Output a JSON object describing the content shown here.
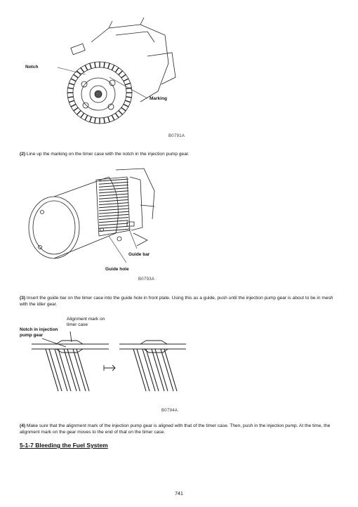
{
  "figure1": {
    "notch_label": "Notch",
    "marking_label": "Marking",
    "code": "B0791A"
  },
  "step2": {
    "number": "(2)",
    "text": "Line up the marking on the timer case with the notch in the injection pump gear."
  },
  "figure2": {
    "guide_bar_label": "Guide bar",
    "guide_hole_label": "Guide hole",
    "code": "B0793A"
  },
  "step3": {
    "number": "(3)",
    "text": "Insert the guide bar on the timer case into the guide hole in front plate. Using this as a guide, push until the injection pump gear is about to be in mesh with the idler gear."
  },
  "figure3": {
    "alignment_label_line1": "Alignment mark on",
    "alignment_label_line2": "timer case",
    "notch_label_line1": "Notch in injection",
    "notch_label_line2": "pump gear",
    "code": "B0794A"
  },
  "step4": {
    "number": "(4)",
    "text": "Make sure that the alignment mark of the injection pump gear is aligned with that of the timer case. Then, push in the injection pump. At the time, the alignment mark on the gear moves to the end of that on the timer case."
  },
  "section_heading": "5-1-7 Bleeding the Fuel System",
  "page_number": "741"
}
